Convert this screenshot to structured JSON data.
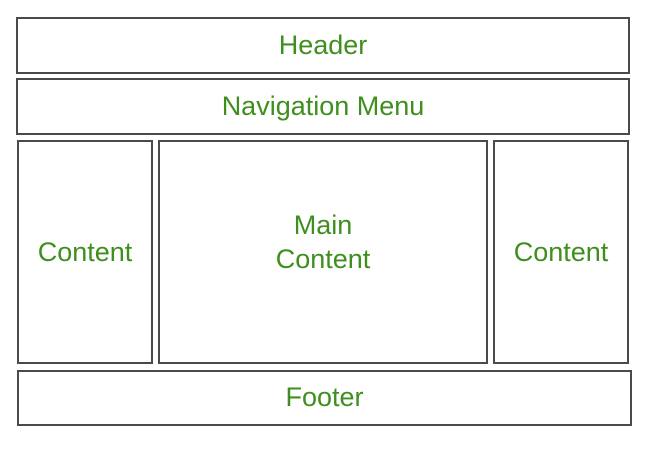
{
  "header": {
    "label": "Header"
  },
  "navigation": {
    "label": "Navigation Menu"
  },
  "left_sidebar": {
    "label": "Content"
  },
  "main": {
    "label": "Main\nContent"
  },
  "right_sidebar": {
    "label": "Content"
  },
  "footer": {
    "label": "Footer"
  },
  "colors": {
    "text": "#3f8f1f",
    "border": "#4a4a4a",
    "background": "#ffffff"
  }
}
